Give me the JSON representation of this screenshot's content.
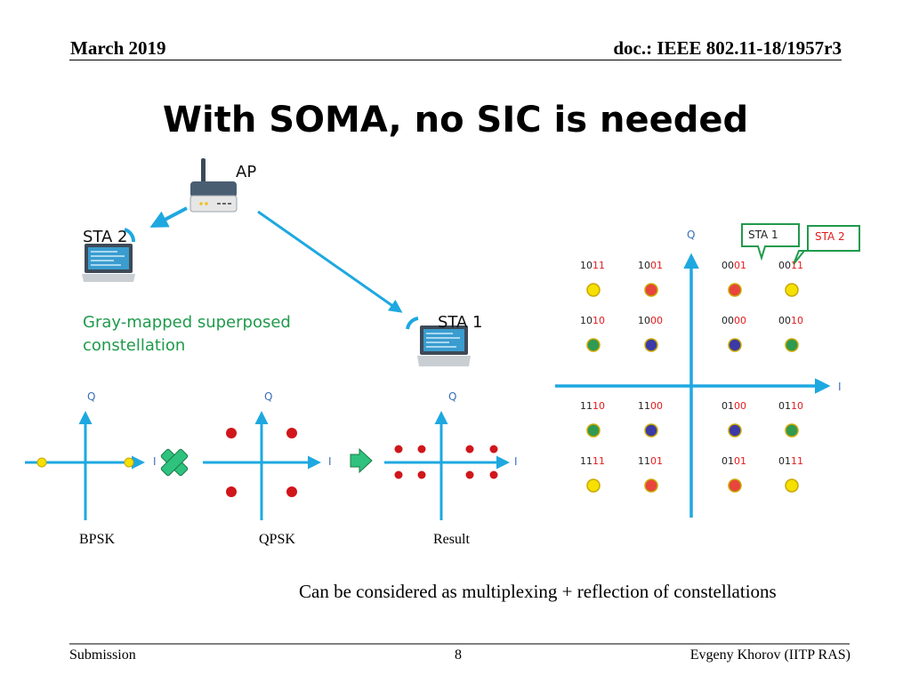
{
  "header": {
    "date": "March 2019",
    "doc": "doc.: IEEE 802.11-18/1957r3"
  },
  "title": "With SOMA, no SIC is needed",
  "network": {
    "ap_label": "AP",
    "sta2_label": "STA 2",
    "sta1_label": "STA 1"
  },
  "note": "Gray-mapped superposed constellation",
  "small_plots": {
    "q_label": "Q",
    "i_label": "I",
    "captions": {
      "bpsk": "BPSK",
      "qpsk": "QPSK",
      "result": "Result"
    }
  },
  "constellation": {
    "q_label": "Q",
    "i_label": "I",
    "callouts": {
      "sta1": "STA 1",
      "sta2": "STA 2"
    },
    "rows": [
      [
        {
          "a": "10",
          "b": "11",
          "color": "#f5e000"
        },
        {
          "a": "10",
          "b": "01",
          "color": "#e8453c"
        },
        {
          "a": "00",
          "b": "01",
          "color": "#e8453c"
        },
        {
          "a": "00",
          "b": "11",
          "color": "#f5e000"
        }
      ],
      [
        {
          "a": "10",
          "b": "10",
          "color": "#2e9a52"
        },
        {
          "a": "10",
          "b": "00",
          "color": "#3b3aa6"
        },
        {
          "a": "00",
          "b": "00",
          "color": "#3b3aa6"
        },
        {
          "a": "00",
          "b": "10",
          "color": "#2e9a52"
        }
      ],
      [
        {
          "a": "11",
          "b": "10",
          "color": "#2e9a52"
        },
        {
          "a": "11",
          "b": "00",
          "color": "#3b3aa6"
        },
        {
          "a": "01",
          "b": "00",
          "color": "#3b3aa6"
        },
        {
          "a": "01",
          "b": "10",
          "color": "#2e9a52"
        }
      ],
      [
        {
          "a": "11",
          "b": "11",
          "color": "#f5e000"
        },
        {
          "a": "11",
          "b": "01",
          "color": "#e8453c"
        },
        {
          "a": "01",
          "b": "01",
          "color": "#e8453c"
        },
        {
          "a": "01",
          "b": "11",
          "color": "#f5e000"
        }
      ]
    ]
  },
  "bottom_text": "Can be considered as multiplexing + reflection of constellations",
  "footer": {
    "left": "Submission",
    "page": "8",
    "right": "Evgeny Khorov (IITP RAS)"
  },
  "colors": {
    "arrow_blue": "#1ea8e0",
    "green": "#1f9a4b",
    "dark_red": "#d0161b",
    "callout_green": "#1f9a4b"
  }
}
